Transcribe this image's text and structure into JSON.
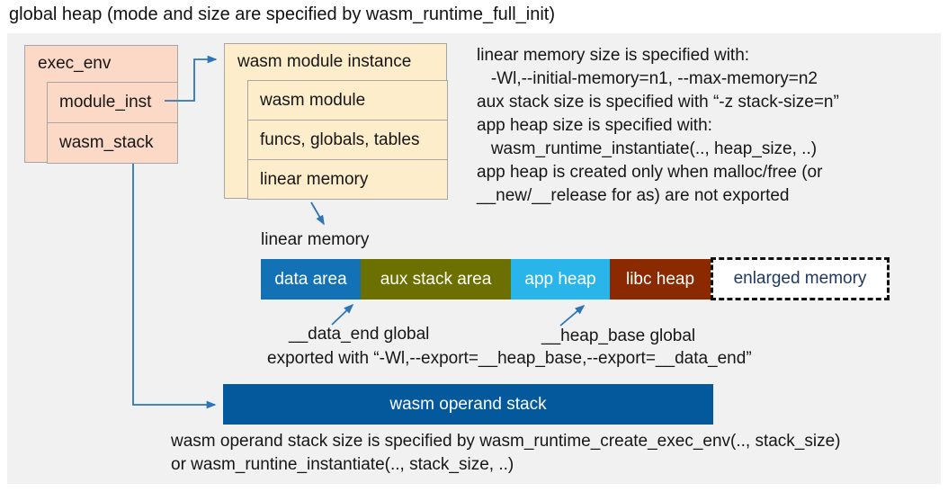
{
  "title": "global heap (mode and size are specified by wasm_runtime_full_init)",
  "exec_env": {
    "title": "exec_env",
    "rows": [
      {
        "label": "module_inst"
      },
      {
        "label": "wasm_stack"
      }
    ]
  },
  "module_instance": {
    "title": "wasm module instance",
    "rows": [
      {
        "label": "wasm module"
      },
      {
        "label": "funcs, globals, tables"
      },
      {
        "label": "linear memory"
      }
    ]
  },
  "notes_right": {
    "lines": [
      "linear memory size is specified with:",
      "   -Wl,--initial-memory=n1, --max-memory=n2",
      "aux stack size is specified with “-z stack-size=n”",
      "app heap size is specified with:",
      "   wasm_runtime_instantiate(.., heap_size, ..)",
      "app heap is created only when malloc/free (or",
      "__new/__release for as) are not exported"
    ]
  },
  "linear_memory": {
    "label": "linear memory",
    "segments": [
      {
        "label": "data area",
        "color": "#1272b5"
      },
      {
        "label": "aux stack area",
        "color": "#6b7000"
      },
      {
        "label": "app heap",
        "color": "#29b5ea"
      },
      {
        "label": "libc heap",
        "color": "#8b2a00"
      }
    ],
    "enlarged": {
      "label": "enlarged memory",
      "text_color": "#1f3864"
    }
  },
  "annotations": {
    "data_end": "__data_end global",
    "heap_base": "__heap_base global",
    "exported": "exported with “-Wl,--export=__heap_base,--export=__data_end”"
  },
  "operand_stack": {
    "label": "wasm operand stack",
    "color": "#04589c",
    "notes": [
      "wasm operand stack size is specified by wasm_runtime_create_exec_env(.., stack_size)",
      "or wasm_runtine_instantiate(.., stack_size, ..)"
    ]
  },
  "colors": {
    "panel_bg": "#f1f1f1",
    "exec_env_fill": "#fbd9c6",
    "module_instance_fill": "#fdedca",
    "box_border": "#a6a6a6",
    "arrow": "#2e75b6"
  }
}
